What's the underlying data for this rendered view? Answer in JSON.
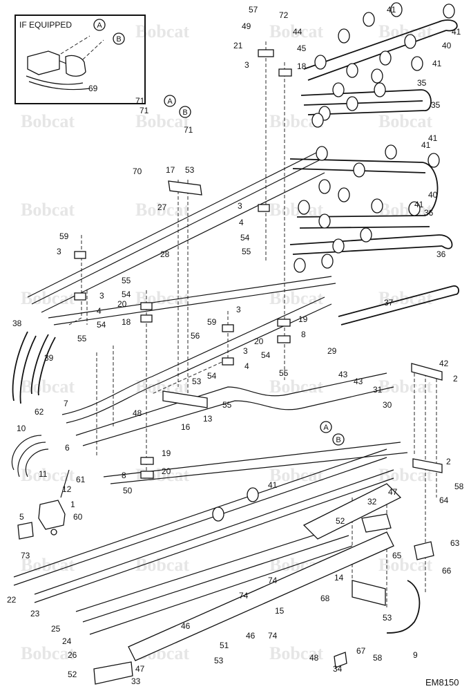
{
  "drawing_code": "EM8150",
  "inset_title": "IF EQUIPPED",
  "watermark_text": "Bobcat",
  "colors": {
    "line": "#111111",
    "watermark": "#e6e6e6",
    "background": "#ffffff"
  },
  "circle_labels": [
    "A",
    "B",
    "A",
    "B",
    "A",
    "B"
  ],
  "callouts": [
    "57",
    "72",
    "49",
    "44",
    "21",
    "45",
    "3",
    "18",
    "41",
    "41",
    "40",
    "41",
    "35",
    "35",
    "41",
    "41",
    "40",
    "41",
    "36",
    "36",
    "71",
    "69",
    "71",
    "71",
    "70",
    "17",
    "53",
    "27",
    "28",
    "3",
    "4",
    "54",
    "55",
    "59",
    "3",
    "55",
    "54",
    "20",
    "18",
    "3",
    "4",
    "54",
    "55",
    "38",
    "39",
    "37",
    "29",
    "59",
    "3",
    "19",
    "8",
    "20",
    "54",
    "55",
    "56",
    "3",
    "4",
    "54",
    "53",
    "55",
    "42",
    "2",
    "62",
    "48",
    "13",
    "16",
    "43",
    "43",
    "31",
    "30",
    "7",
    "10",
    "6",
    "11",
    "61",
    "12",
    "19",
    "8",
    "20",
    "50",
    "1",
    "5",
    "60",
    "73",
    "41",
    "2",
    "58",
    "47",
    "32",
    "52",
    "64",
    "63",
    "65",
    "66",
    "14",
    "68",
    "53",
    "74",
    "74",
    "15",
    "22",
    "23",
    "25",
    "24",
    "26",
    "46",
    "51",
    "53",
    "46",
    "74",
    "48",
    "34",
    "67",
    "58",
    "9",
    "52",
    "47",
    "33"
  ]
}
